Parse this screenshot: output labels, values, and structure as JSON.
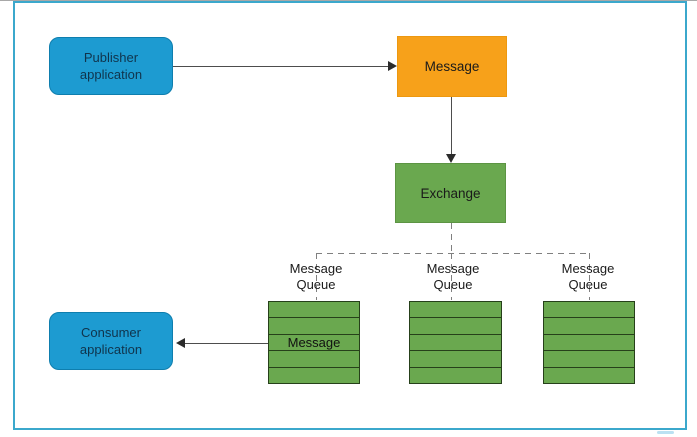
{
  "diagram": {
    "publisher": {
      "line1": "Publisher",
      "line2": "application"
    },
    "message_node": {
      "label": "Message"
    },
    "exchange_node": {
      "label": "Exchange"
    },
    "queues": [
      {
        "line1": "Message",
        "line2": "Queue",
        "message_label": "Message"
      },
      {
        "line1": "Message",
        "line2": "Queue"
      },
      {
        "line1": "Message",
        "line2": "Queue"
      }
    ],
    "consumer": {
      "line1": "Consumer",
      "line2": "application"
    }
  },
  "colors": {
    "node_blue": "#1D9BD1",
    "node_blue_border": "#0E7EAE",
    "node_orange": "#F7A11A",
    "node_green": "#6AA84F",
    "queue_border": "#26401A",
    "connector": "#4D4D4D",
    "dashed_line": "#808080",
    "frame_border": "#3BA8CC",
    "text_dark_blue_node": "#10344C",
    "text_black": "#1A1A1A"
  }
}
